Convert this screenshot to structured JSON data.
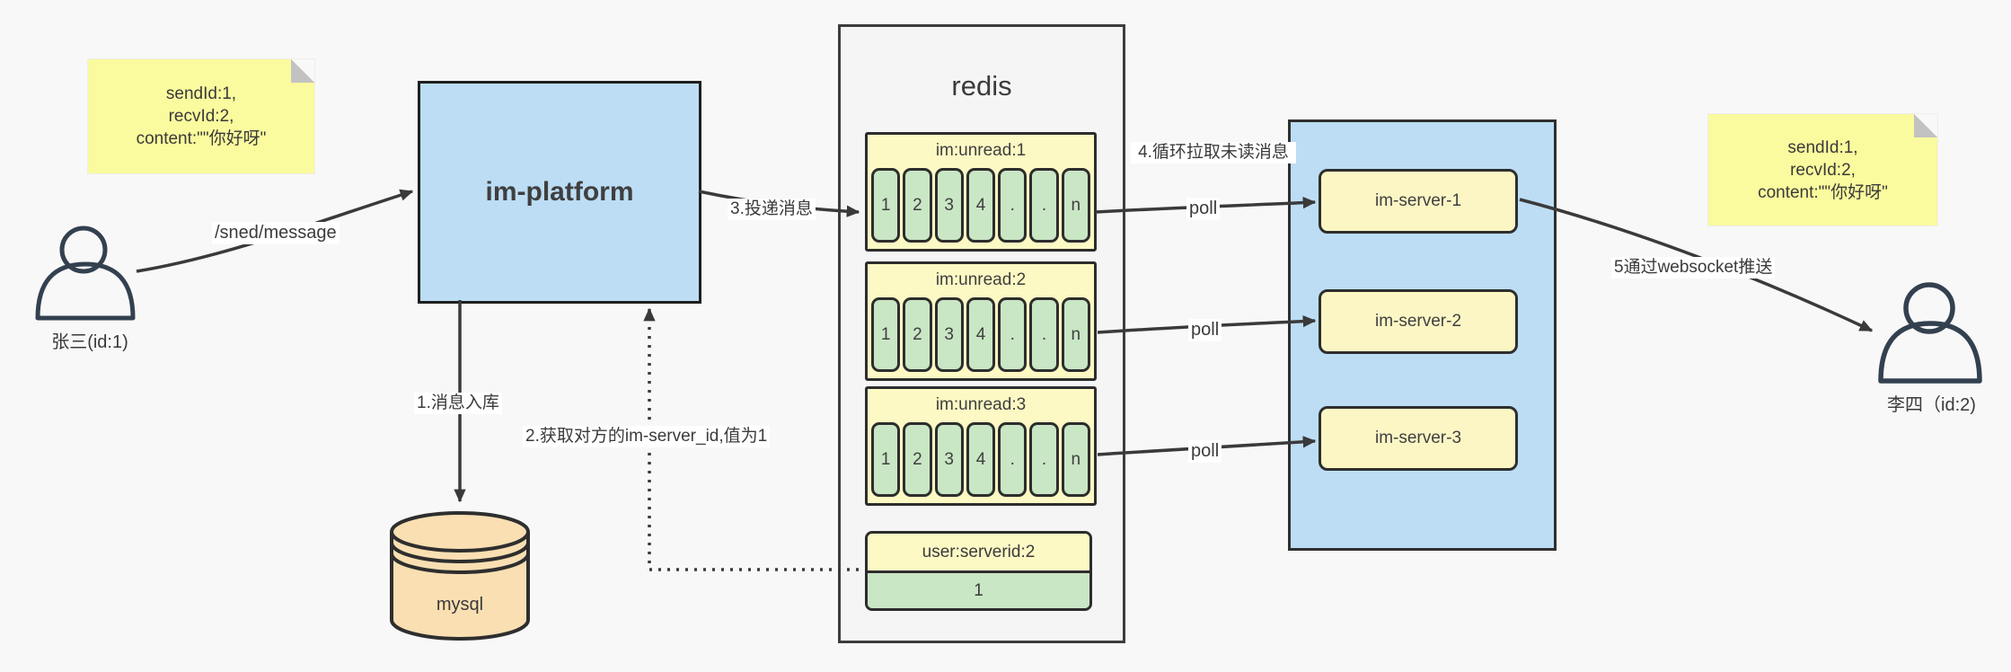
{
  "palette": {
    "note_yellow": "#fafa9e",
    "platform_blue": "#bcddf4",
    "queue_yellow": "#fdf9c4",
    "cell_green": "#c9e6c5",
    "server_yellow": "#fcf6c5",
    "db_tan": "#f9dfb2",
    "container_gray": "#f5f5f5",
    "stroke_dark": "#2d2d2d",
    "person_navy": "#33404f"
  },
  "notes": {
    "left": {
      "line1": "sendId:1,",
      "line2": "recvId:2,",
      "line3": "content:\"\"你好呀\""
    },
    "right": {
      "line1": "sendId:1,",
      "line2": "recvId:2,",
      "line3": "content:\"\"你好呀\""
    }
  },
  "actors": {
    "sender": {
      "label": "张三(id:1)"
    },
    "receiver": {
      "label": "李四（id:2)"
    }
  },
  "platform": {
    "label": "im-platform"
  },
  "database": {
    "label": "mysql"
  },
  "redis": {
    "title": "redis",
    "queues": [
      {
        "label": "im:unread:1",
        "cells": [
          "1",
          "2",
          "3",
          "4",
          ".",
          ".",
          "n"
        ]
      },
      {
        "label": "im:unread:2",
        "cells": [
          "1",
          "2",
          "3",
          "4",
          ".",
          ".",
          "n"
        ]
      },
      {
        "label": "im:unread:3",
        "cells": [
          "1",
          "2",
          "3",
          "4",
          ".",
          ".",
          "n"
        ]
      }
    ],
    "kv": {
      "label": "user:serverid:2",
      "value": "1"
    }
  },
  "servers": {
    "items": [
      {
        "label": "im-server-1"
      },
      {
        "label": "im-server-2"
      },
      {
        "label": "im-server-3"
      }
    ]
  },
  "edges": {
    "send_label": "/sned/message",
    "step1": "1.消息入库",
    "step2": "2.获取对方的im-server_id,值为1",
    "step3": "3.投递消息",
    "step4": "4.循环拉取未读消息",
    "poll": "poll",
    "step5": "5通过websocket推送"
  }
}
